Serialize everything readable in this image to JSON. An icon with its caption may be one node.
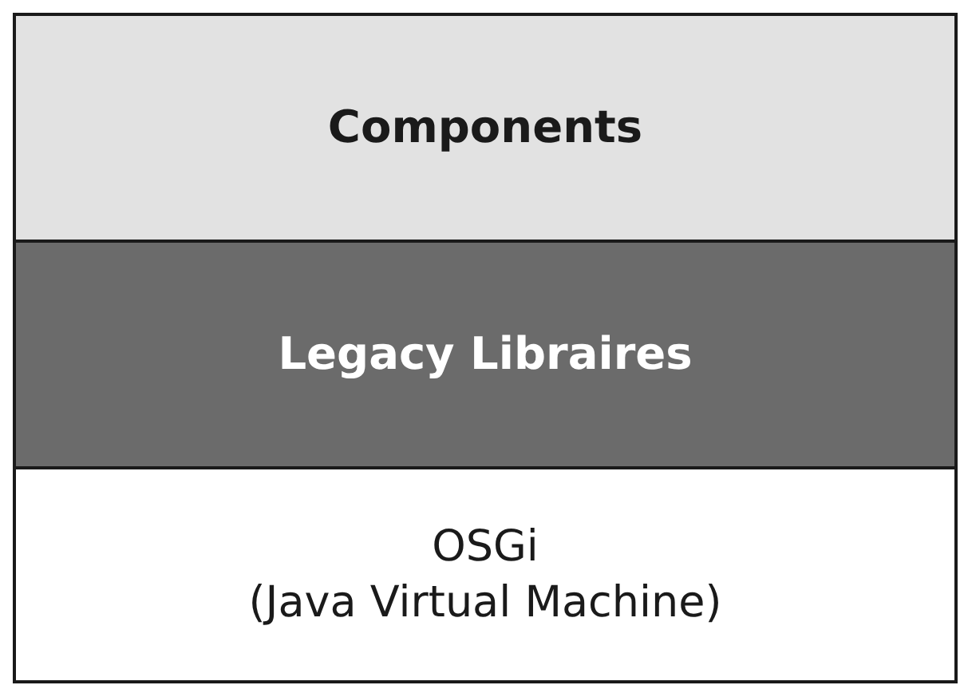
{
  "diagram": {
    "nodes": [
      {
        "text": [
          "Components"
        ]
      },
      {
        "text": [
          "Legacy Libraires"
        ]
      },
      {
        "text": [
          "OSGi",
          "(Java Virtual Machine)"
        ]
      }
    ]
  }
}
